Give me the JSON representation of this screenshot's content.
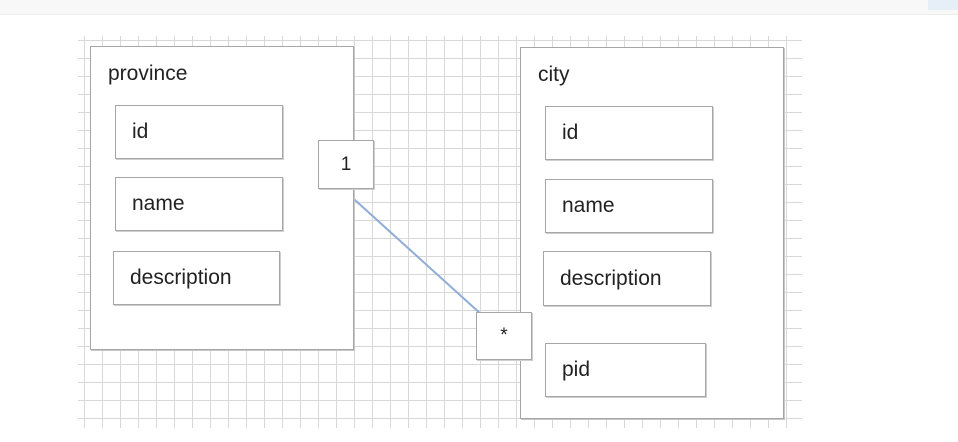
{
  "diagram": {
    "entities": [
      {
        "title": "province",
        "fields": [
          "id",
          "name",
          "description"
        ]
      },
      {
        "title": "city",
        "fields": [
          "id",
          "name",
          "description",
          "pid"
        ]
      }
    ],
    "relationship": {
      "from": "province.id",
      "to": "city.pid",
      "source_cardinality": "1",
      "target_cardinality": "*",
      "line_color": "#8fadd6"
    }
  }
}
